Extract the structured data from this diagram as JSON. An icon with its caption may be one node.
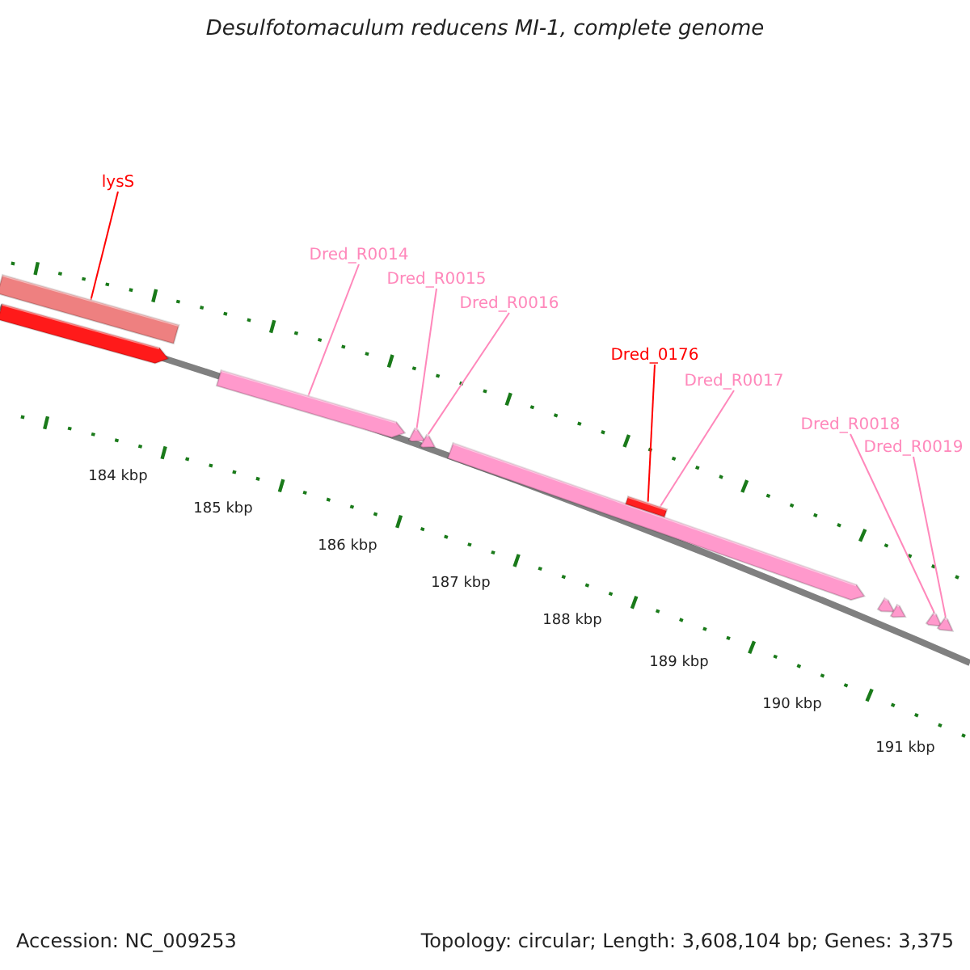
{
  "diagram": {
    "title": "Desulfotomaculum reducens MI-1, complete genome",
    "nodes": [
      {
        "text": [
          "lysS"
        ]
      },
      {
        "text": [
          "Dred_R0014"
        ]
      },
      {
        "text": [
          "Dred_R0015"
        ]
      },
      {
        "text": [
          "Dred_R0016"
        ]
      },
      {
        "text": [
          "Dred_0176"
        ]
      },
      {
        "text": [
          "Dred_R0017"
        ]
      },
      {
        "text": [
          "Dred_R0018"
        ]
      },
      {
        "text": [
          "Dred_R0019"
        ]
      },
      {
        "text": [],
        "shape": "bar"
      },
      {
        "text": [],
        "shape": "arrow"
      },
      {
        "text": [],
        "shape": "arrow"
      },
      {
        "text": [],
        "shape": "arrow"
      },
      {
        "text": [],
        "shape": "arrow"
      },
      {
        "text": [],
        "shape": "bar"
      },
      {
        "text": [],
        "shape": "arrow"
      },
      {
        "text": [],
        "shape": "arrow"
      },
      {
        "text": [],
        "shape": "arrow"
      },
      {
        "text": [],
        "shape": "arrow"
      },
      {
        "text": [],
        "shape": "arrow"
      }
    ],
    "edges": [
      {
        "from": 0,
        "to": 8,
        "arrow": "none",
        "color": "#ff0000"
      },
      {
        "from": 1,
        "to": 10,
        "arrow": "none"
      },
      {
        "from": 2,
        "to": 11,
        "arrow": "none"
      },
      {
        "from": 3,
        "to": 12,
        "arrow": "none"
      },
      {
        "from": 4,
        "to": 13,
        "arrow": "none",
        "color": "#ff0000"
      },
      {
        "from": 5,
        "to": 14,
        "arrow": "none"
      },
      {
        "from": 6,
        "to": 17,
        "arrow": "none"
      },
      {
        "from": 7,
        "to": 18,
        "arrow": "none"
      }
    ],
    "labels": [
      "184 kbp",
      "185 kbp",
      "186 kbp",
      "187 kbp",
      "188 kbp",
      "189 kbp",
      "190 kbp",
      "191 kbp",
      "Accession: NC_009253",
      "Topology: circular; Length: 3,608,104 bp; Genes: 3,375"
    ]
  }
}
